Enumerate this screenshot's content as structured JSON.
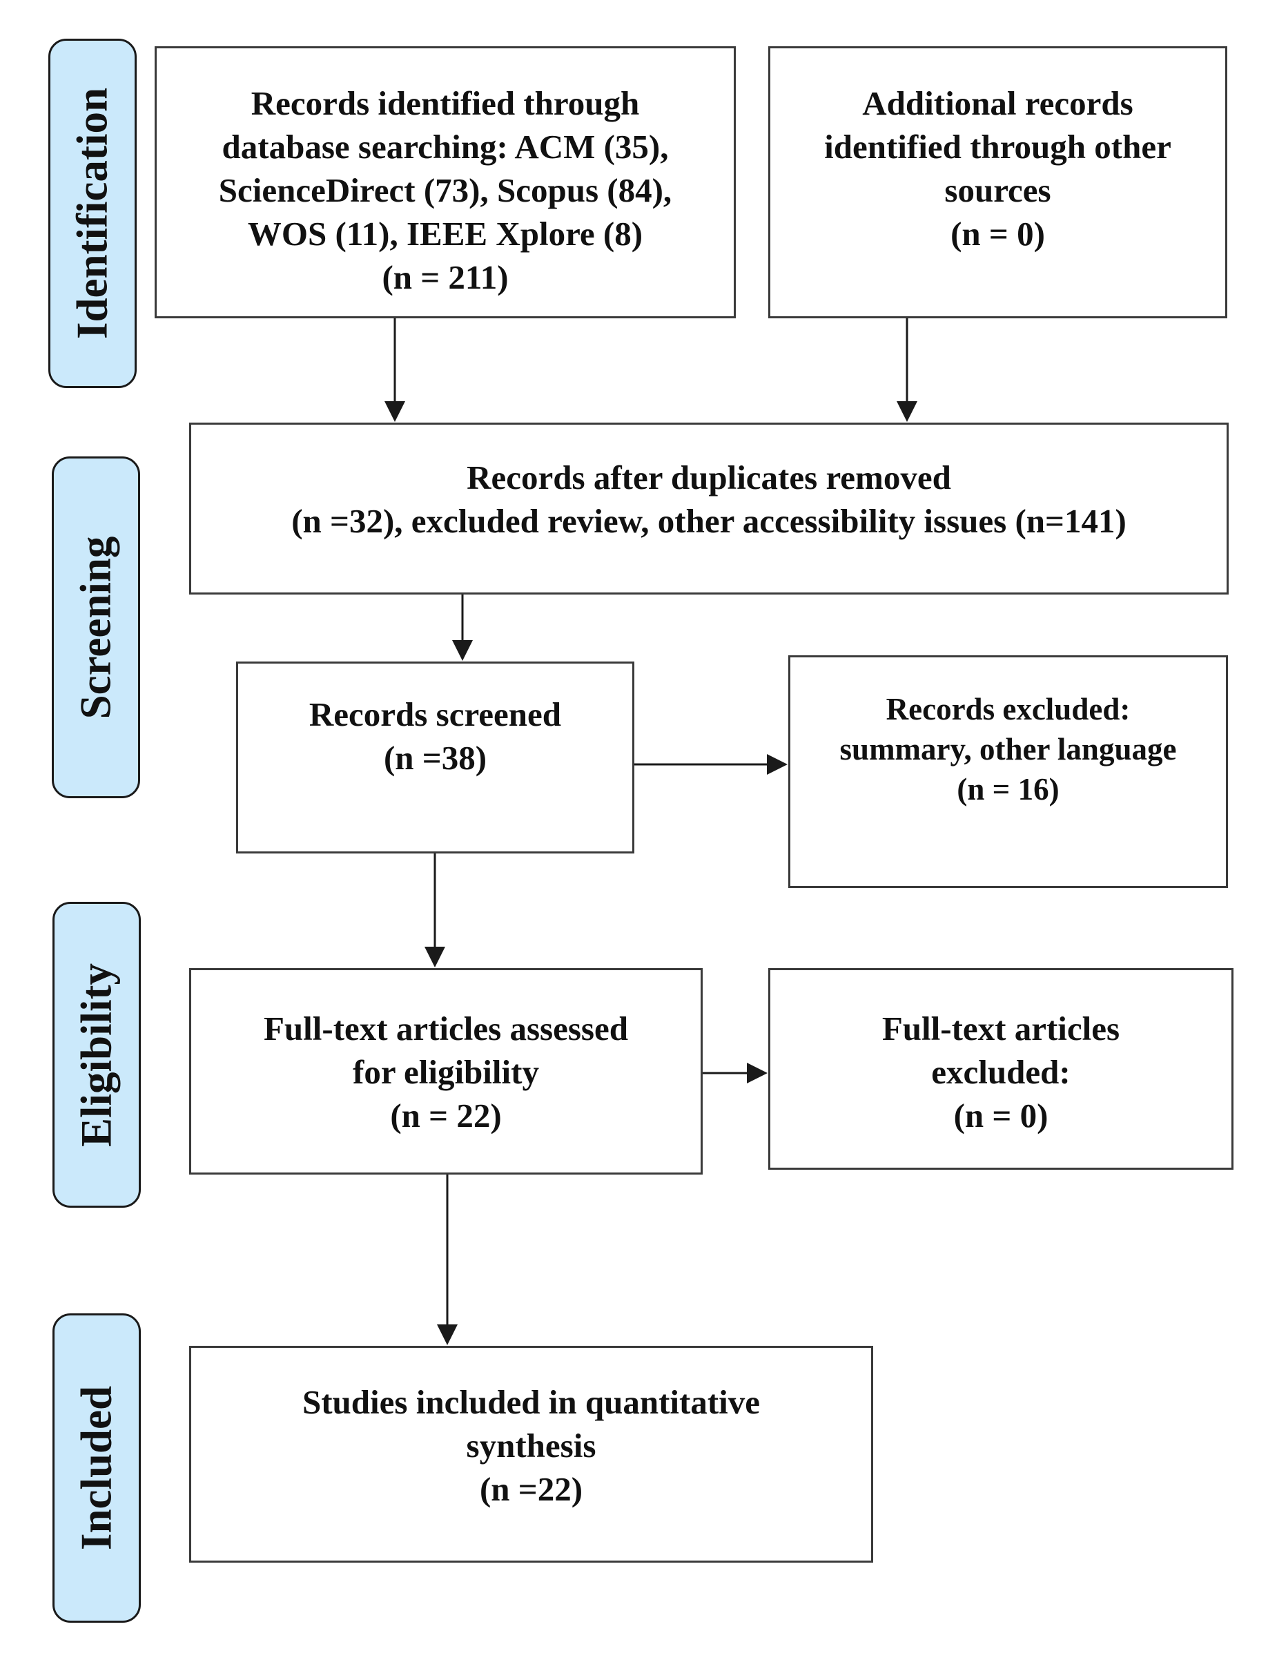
{
  "phases": {
    "identification": "Identification",
    "screening": "Screening",
    "eligibility": "Eligibility",
    "included": "Included"
  },
  "boxes": {
    "database_search": {
      "lines": [
        "Records identified through",
        "database searching: ACM (35),",
        "ScienceDirect (73), Scopus (84),",
        "WOS (11), IEEE Xplore (8)",
        "(n = 211)"
      ]
    },
    "other_sources": {
      "lines": [
        "Additional records",
        "identified through other",
        "sources",
        "(n = 0)"
      ]
    },
    "duplicates_removed": {
      "lines": [
        "Records after duplicates removed",
        "(n =32), excluded review, other accessibility issues (n=141)"
      ]
    },
    "records_screened": {
      "lines": [
        "Records screened",
        "(n =38)"
      ]
    },
    "records_excluded": {
      "lines": [
        "Records excluded:",
        "summary, other language",
        "(n = 16)"
      ]
    },
    "fulltext_assessed": {
      "lines": [
        "Full-text articles assessed",
        "for eligibility",
        "(n = 22)"
      ]
    },
    "fulltext_excluded": {
      "lines": [
        "Full-text articles",
        "excluded:",
        "(n = 0)"
      ]
    },
    "studies_included": {
      "lines": [
        "Studies included in quantitative",
        "synthesis",
        "(n =22)"
      ]
    }
  },
  "colors": {
    "phase_fill": "#cbe9fb",
    "line": "#1a1a1a"
  }
}
